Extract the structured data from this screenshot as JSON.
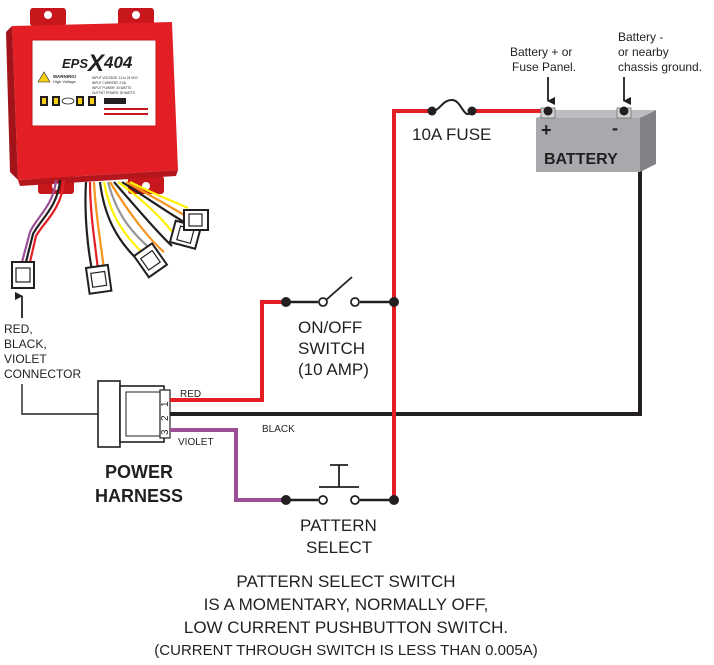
{
  "device": {
    "logo_prefix": "EPS",
    "logo_x": "X",
    "logo_model": "404",
    "warning_title": "WARNING!",
    "warning_subtitle": "High Voltage",
    "spec_lines": [
      "INPUT VOLTAGE: 12 to 24 VDC",
      "INPUT CURRENT: 2.5A",
      "INPUT POWER: 30 WATTS",
      "OUTPUT POWER: 30 WATTS"
    ]
  },
  "labels": {
    "battery_plus_source": [
      "Battery + or",
      "Fuse Panel."
    ],
    "battery_minus_source": [
      "Battery -",
      "or nearby",
      "chassis ground."
    ],
    "battery": "BATTERY",
    "battery_plus_sign": "+",
    "battery_minus_sign": "-",
    "fuse": "10A FUSE",
    "switch": [
      "ON/OFF",
      "SWITCH",
      "(10 AMP)"
    ],
    "connector": [
      "RED,",
      "BLACK,",
      "VIOLET",
      "CONNECTOR"
    ],
    "wire_red": "RED",
    "wire_black": "BLACK",
    "wire_violet": "VIOLET",
    "pin_numbers": [
      "1",
      "2",
      "3"
    ],
    "harness": [
      "POWER",
      "HARNESS"
    ],
    "pattern_select": [
      "PATTERN",
      "SELECT"
    ],
    "note": [
      "PATTERN SELECT SWITCH",
      "IS A MOMENTARY, NORMALLY OFF,",
      "LOW CURRENT PUSHBUTTON SWITCH.",
      "(CURRENT THROUGH SWITCH IS LESS THAN 0.005A)"
    ]
  },
  "colors": {
    "red_wire": "#e31e24",
    "black_wire": "#231f20",
    "violet_wire": "#9b4f96",
    "device_red": "#e31e24",
    "battery_gray": "#a7a9ac"
  }
}
